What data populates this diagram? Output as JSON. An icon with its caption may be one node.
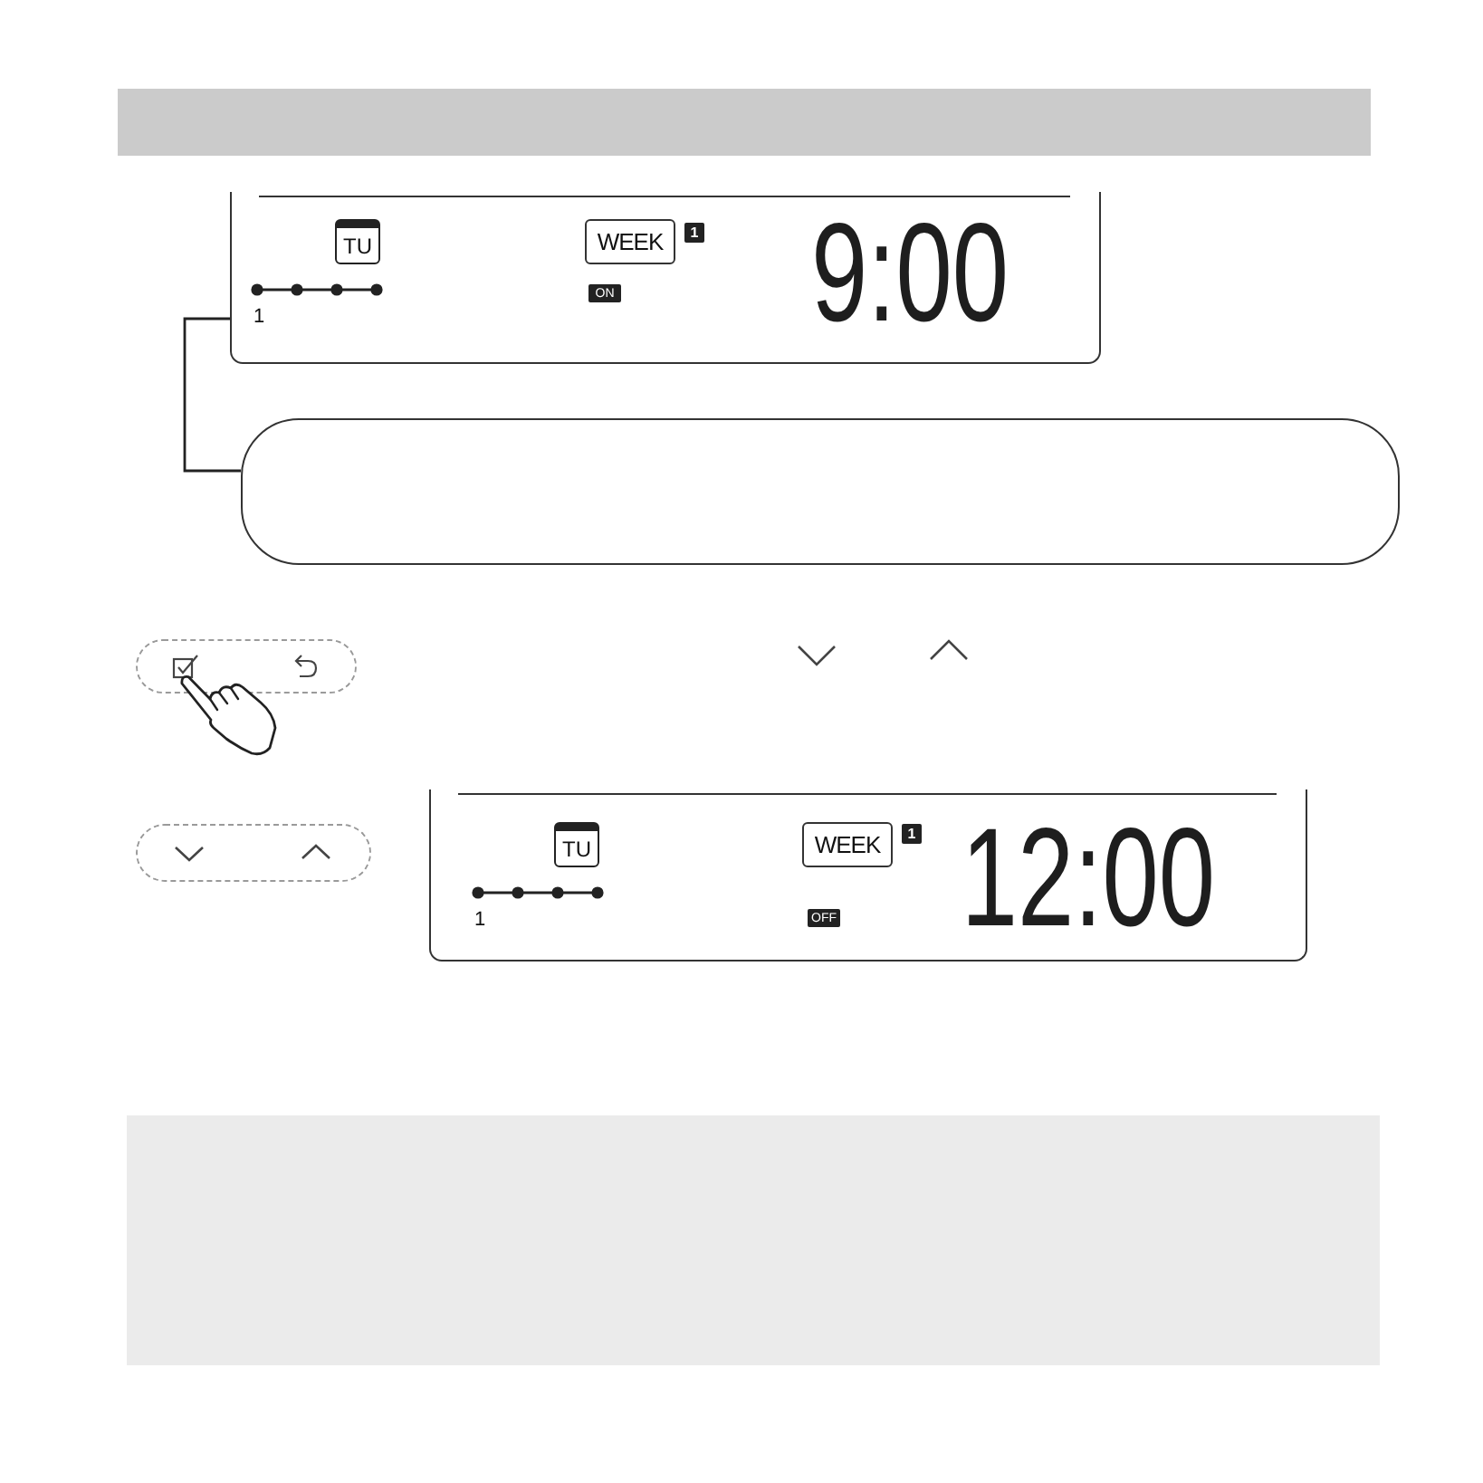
{
  "diagram": {
    "nodes": [
      {
        "text": [],
        "shape": "bar"
      },
      {
        "text": [
          "1",
          "9:00"
        ]
      },
      {
        "text": [
          "TU"
        ],
        "in": 1
      },
      {
        "text": [
          "WEEK"
        ],
        "in": 1
      },
      {
        "text": [
          "1"
        ],
        "in": 1
      },
      {
        "text": [
          "ON"
        ],
        "in": 1
      },
      {
        "text": [],
        "shape": "box"
      },
      {
        "text": [
          "1",
          "12:00"
        ]
      },
      {
        "text": [
          "TU"
        ],
        "in": 7
      },
      {
        "text": [
          "WEEK"
        ],
        "in": 7
      },
      {
        "text": [
          "1"
        ],
        "in": 7
      },
      {
        "text": [
          "OFF"
        ],
        "in": 7
      },
      {
        "text": [],
        "shape": "bar"
      }
    ],
    "edges": [
      {
        "from": 1,
        "to": 6,
        "arrow": "none"
      }
    ]
  }
}
